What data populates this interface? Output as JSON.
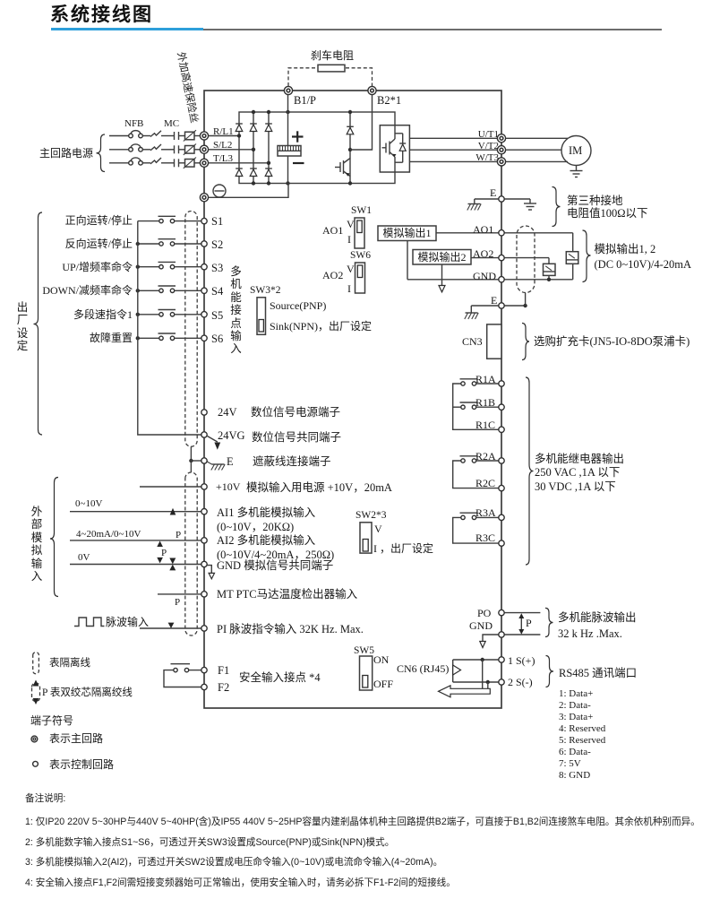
{
  "title": "系统接线图",
  "accent_color": "#2E9FDA",
  "line_color": "#3d3d3d",
  "brake": {
    "resistor": "刹车电阻",
    "b1": "B1/P",
    "b2": "B2*1"
  },
  "power": {
    "label": "主回路电源",
    "nfb": "NFB",
    "mc": "MC",
    "fuse_note": "外加高速保险丝",
    "r": "R/L1",
    "s": "S/L2",
    "t": "T/L3"
  },
  "motor": {
    "u": "U/T1",
    "v": "V/T2",
    "w": "W/T3",
    "im": "IM",
    "e": "E",
    "ground_note_1": "第三种接地",
    "ground_note_2": "电阻值100Ω以下"
  },
  "digital_inputs": {
    "factory_label": "出厂设定",
    "group_label": "多机能接点输入",
    "rows": [
      {
        "label": "正向运转/停止",
        "term": "S1"
      },
      {
        "label": "反向运转/停止",
        "term": "S2"
      },
      {
        "label": "UP/增频率命令",
        "term": "S3"
      },
      {
        "label": "DOWN/减频率命令",
        "term": "S4"
      },
      {
        "label": "多段速指令1",
        "term": "S5"
      },
      {
        "label": "故障重置",
        "term": "S6"
      }
    ],
    "sw3": {
      "name": "SW3*2",
      "opt1": "Source(PNP)",
      "opt2": "Sink(NPN)，出厂设定"
    },
    "p24": {
      "term": "24V",
      "desc": "数位信号电源端子"
    },
    "p24g": {
      "term": "24VG",
      "desc": "数位信号共同端子"
    },
    "shield": {
      "term": "E",
      "desc": "遮蔽线连接端子"
    }
  },
  "analog_out": {
    "sw1": "SW1",
    "sw6": "SW6",
    "v1": "V",
    "i1": "I",
    "v6": "V",
    "i6": "I",
    "ao1": "AO1",
    "ao2": "AO2",
    "box1": "模拟输出1",
    "box2": "模拟输出2",
    "term_ao1": "AO1",
    "term_ao2": "AO2",
    "term_gnd": "GND",
    "term_e": "E",
    "note1": "模拟输出1, 2",
    "note2": "(DC 0~10V)/4-20mA"
  },
  "analog_in": {
    "group_label": "外部模拟输入",
    "v_range": "0~10V",
    "i_range": "4~20mA/0~10V",
    "zero": "0V",
    "p_ai2": "P",
    "p_pair": "P",
    "p_mt": "P",
    "p10": {
      "term": "+10V",
      "desc": "模拟输入用电源 +10V，20mA"
    },
    "ai1": {
      "desc": "AI1 多机能模拟输入",
      "spec": "(0~10V，20KΩ)"
    },
    "ai2": {
      "desc": "AI2 多机能模拟输入",
      "spec": "(0~10V/4~20mA，250Ω)"
    },
    "gnd": {
      "desc": "GND 模拟信号共同端子"
    },
    "mt": {
      "desc": "MT PTC马达温度检出器输入"
    },
    "pulse": {
      "label": "脉波输入",
      "desc": "PI 脉波指令输入 32K Hz. Max."
    },
    "sw2": {
      "name": "SW2*3",
      "v": "V",
      "i": "I ，出厂设定"
    }
  },
  "relays": {
    "r1a": "R1A",
    "r1b": "R1B",
    "r1c": "R1C",
    "r2a": "R2A",
    "r2c": "R2C",
    "r3a": "R3A",
    "r3c": "R3C",
    "note1": "多机能继电器输出",
    "note2": "250 VAC ,1A 以下",
    "note3": "30 VDC ,1A 以下"
  },
  "cn3": {
    "label": "CN3",
    "note": "选购扩充卡(JN5-IO-8DO泵浦卡)"
  },
  "pulse_out": {
    "po": "PO",
    "gnd": "GND",
    "p": "P",
    "note1": "多机能脉波输出",
    "note2": "32 k Hz .Max."
  },
  "safety": {
    "f1": "F1",
    "f2": "F2",
    "label": "安全输入接点 *4",
    "sw5": "SW5",
    "on": "ON",
    "off": "OFF"
  },
  "comm": {
    "cn6": "CN6 (RJ45)",
    "s_plus": "1 S(+)",
    "s_minus": "2 S(-)",
    "label": "RS485 通讯端口",
    "pins": [
      "1: Data+",
      "2: Data-",
      "3: Data+",
      "4: Reserved",
      "5: Reserved",
      "6: Data-",
      "7: 5V",
      "8: GND"
    ]
  },
  "legend": {
    "shield": "表隔离线",
    "twisted": "P 表双绞芯隔离绞线",
    "symbols_title": "端子符号",
    "main_circuit": "表示主回路",
    "control_circuit": "表示控制回路"
  },
  "notes": {
    "title": "备注说明:",
    "items": [
      "1:  仅IP20 220V 5~30HP与440V 5~40HP(含)及IP55 440V 5~25HP容量内建剎晶体机种主回路提供B2端子，可直接于B1,B2间连接煞车电阻。其余依机种别而异。",
      "2:  多机能数字输入接点S1~S6，可透过开关SW3设置成Source(PNP)或Sink(NPN)模式。",
      "3:  多机能模拟输入2(AI2)，可透过开关SW2设置成电压命令输入(0~10V)或电流命令输入(4~20mA)。",
      "4:  安全输入接点F1,F2间需短接变频器始可正常输出，使用安全输入时，请务必拆下F1-F2间的短接线。"
    ]
  }
}
